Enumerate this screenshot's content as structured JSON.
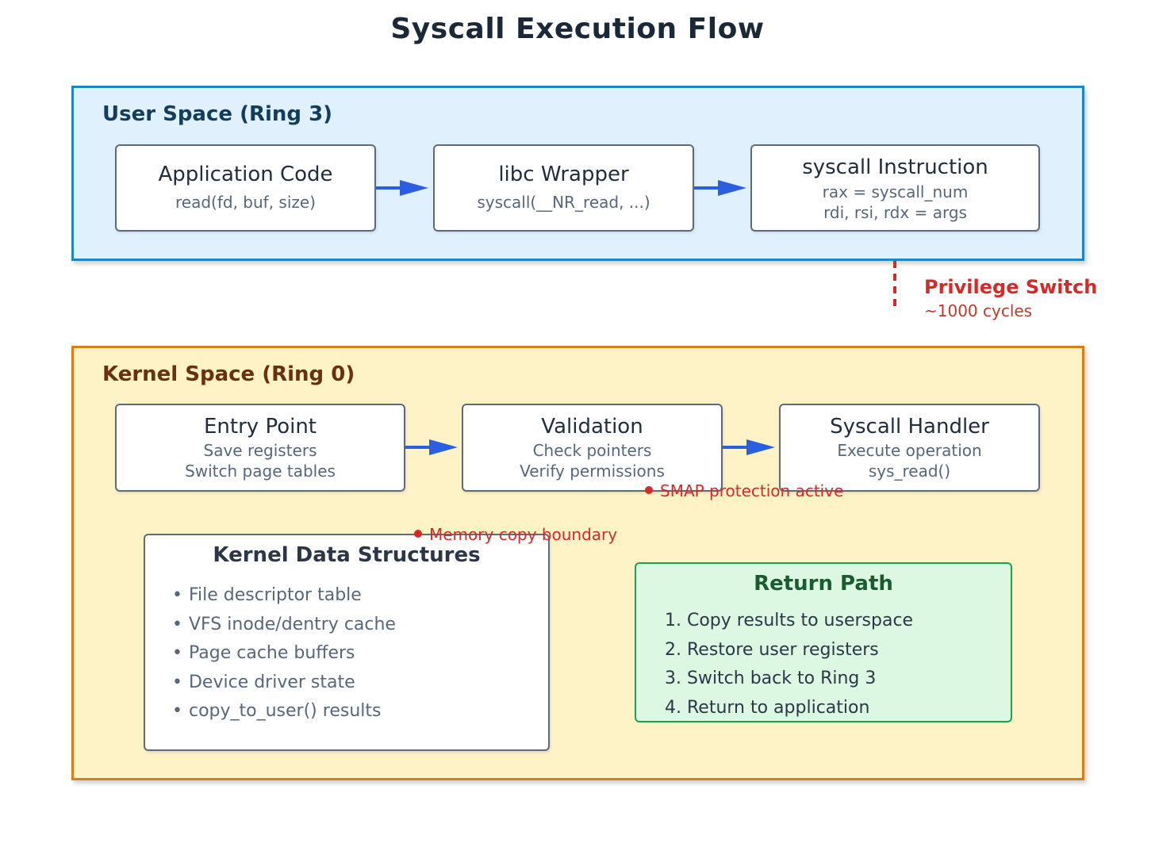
{
  "title": "Syscall Execution Flow",
  "user_space": {
    "title": "User Space (Ring 3)",
    "boxes": [
      {
        "title": "Application Code",
        "lines": [
          "read(fd, buf, size)"
        ]
      },
      {
        "title": "libc Wrapper",
        "lines": [
          "syscall(__NR_read, ...)"
        ]
      },
      {
        "title": "syscall Instruction",
        "lines": [
          "rax = syscall_num",
          "rdi, rsi, rdx = args"
        ]
      }
    ]
  },
  "privilege_switch": {
    "label": "Privilege Switch",
    "cost": "~1000 cycles"
  },
  "kernel_space": {
    "title": "Kernel Space (Ring 0)",
    "boxes": [
      {
        "title": "Entry Point",
        "lines": [
          "Save registers",
          "Switch page tables"
        ]
      },
      {
        "title": "Validation",
        "lines": [
          "Check pointers",
          "Verify permissions"
        ]
      },
      {
        "title": "Syscall Handler",
        "lines": [
          "Execute operation",
          "sys_read()"
        ]
      }
    ],
    "notes": {
      "smap": "SMAP protection active",
      "memory": "Memory copy boundary"
    },
    "data_structures": {
      "title": "Kernel Data Structures",
      "items": [
        "File descriptor table",
        "VFS inode/dentry cache",
        "Page cache buffers",
        "Device driver state",
        "copy_to_user() results"
      ]
    },
    "return_path": {
      "title": "Return Path",
      "steps": [
        "1. Copy results to userspace",
        "2. Restore user registers",
        "3. Switch back to Ring 3",
        "4. Return to application"
      ]
    }
  },
  "colors": {
    "user_fill": "#e0f1fd",
    "user_border": "#1f86c1",
    "kernel_fill": "#fdf3c6",
    "kernel_border": "#d6801b",
    "arrow": "#2b5fe0",
    "alert": "#d42a2a",
    "return_fill": "#dcf8e3",
    "return_border": "#1aa34a"
  },
  "icons": {
    "flow_arrow": "arrow-right-icon",
    "note_marker": "red-dot-icon"
  }
}
